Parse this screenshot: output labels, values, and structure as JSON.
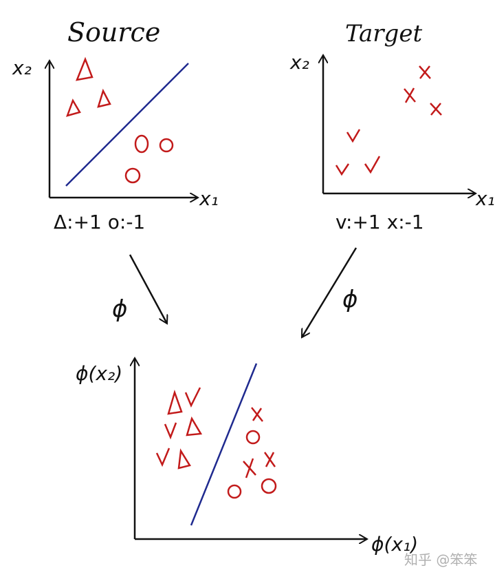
{
  "diagram": {
    "source": {
      "title": "Source",
      "y_axis_label": "x₂",
      "x_axis_label": "x₁",
      "legend": "Δ:+1   o:-1"
    },
    "target": {
      "title": "Target",
      "y_axis_label": "x₂",
      "x_axis_label": "x₁",
      "legend": "v:+1   x:-1"
    },
    "mapping_symbol_left": "ϕ",
    "mapping_symbol_right": "ϕ",
    "mapped": {
      "y_axis_label": "ϕ(x₂)",
      "x_axis_label": "ϕ(x₁)"
    },
    "watermark": "知乎 @笨笨",
    "colors": {
      "marker": "#c21a1a",
      "boundary": "#1f2a8f",
      "axes": "#111111"
    }
  }
}
